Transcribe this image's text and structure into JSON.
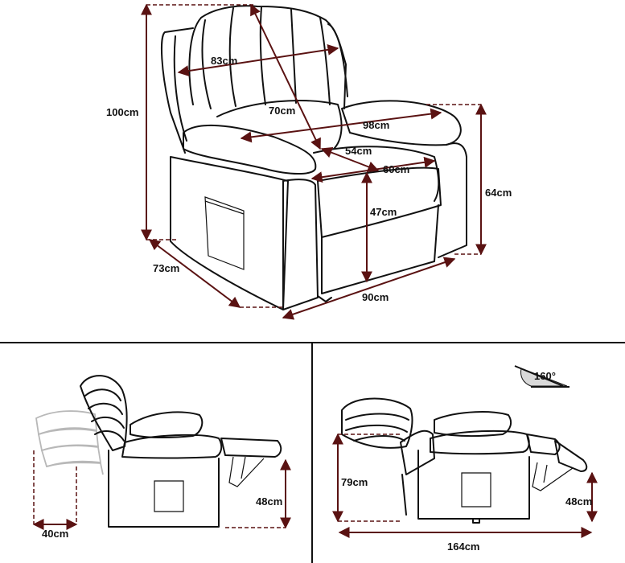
{
  "top_view": {
    "back_height": "100cm",
    "back_width": "83cm",
    "seat_diagonal": "70cm",
    "arm_span": "98cm",
    "seat_depth": "54cm",
    "seat_width": "60cm",
    "arm_height": "64cm",
    "seat_height": "47cm",
    "depth": "73cm",
    "width": "90cm"
  },
  "left_view": {
    "recline_clearance": "40cm",
    "footrest_height": "48cm"
  },
  "right_view": {
    "recline_angle": "160°",
    "reclined_height": "79cm",
    "footrest_height": "48cm",
    "reclined_length": "164cm"
  },
  "colors": {
    "dimension": "#5a1212",
    "outline": "#111111",
    "ghost": "#b8b8b8"
  }
}
